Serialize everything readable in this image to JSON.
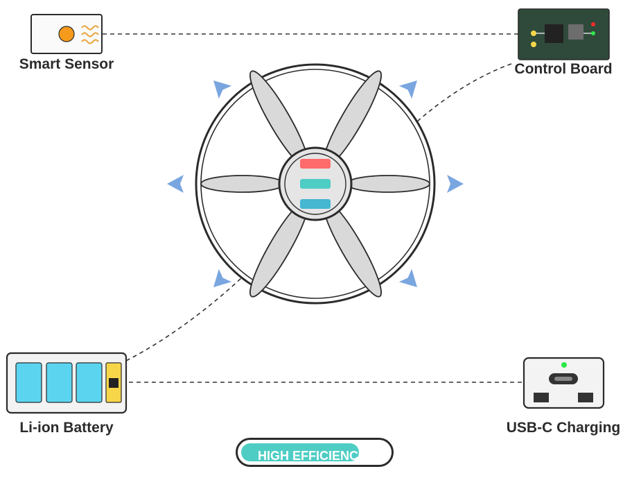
{
  "components": {
    "smart_sensor": "Smart Sensor",
    "control_board": "Control Board",
    "battery": "Li-ion Battery",
    "charging": "USB-C Charging"
  },
  "badge": {
    "text": "HIGH EFFICIENCY",
    "level": 0.8
  },
  "colors": {
    "stroke": "#2b2b2b",
    "blade": "#d9d9d9",
    "airflow_arrow": "#7aa6e0",
    "hub_bar_1": "#ff6b6b",
    "hub_bar_2": "#4ecdc4",
    "hub_bar_3": "#45b7d1",
    "battery_cell": "#5bd5ef",
    "battery_terminal": "#f7d64a",
    "pcb": "#2f4a3a",
    "sensor_dot": "#f59a1b",
    "badge_fill": "#4ecdc4"
  },
  "icons": [
    "fan-icon",
    "sensor-icon",
    "circuit-board-icon",
    "battery-icon",
    "usb-c-port-icon",
    "airflow-arrow-icon"
  ]
}
